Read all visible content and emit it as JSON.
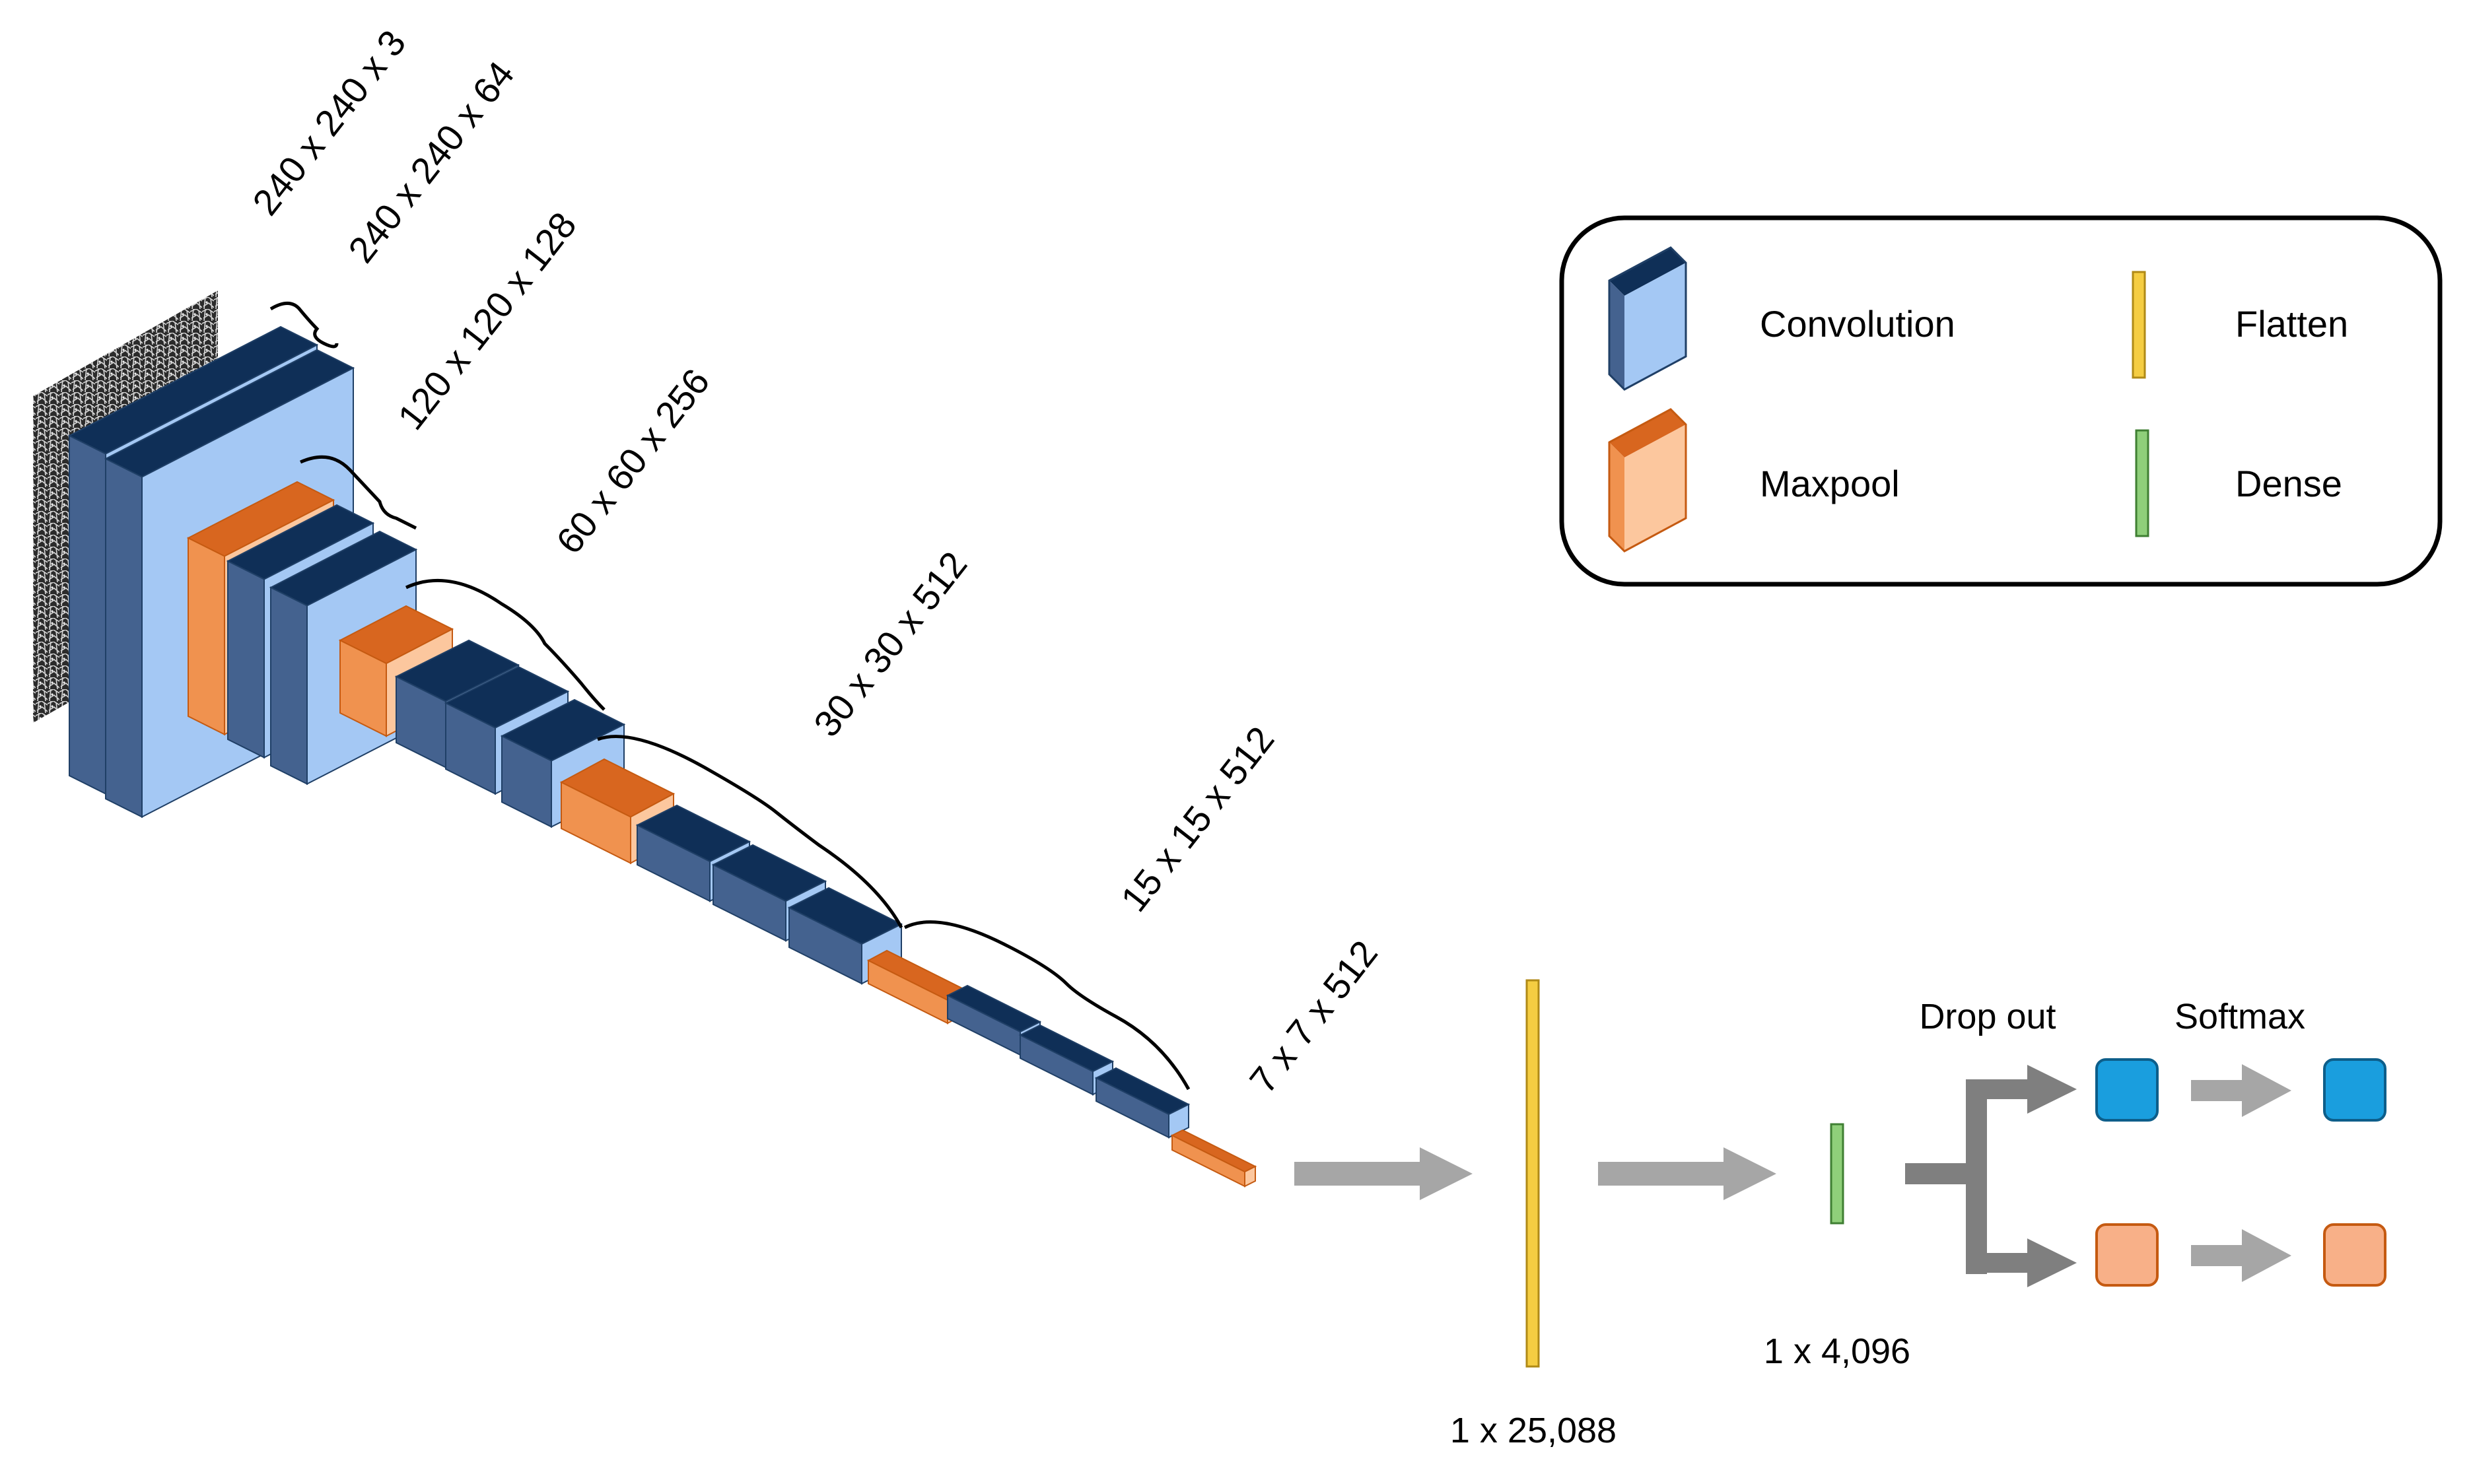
{
  "dimension_labels": [
    "240 x 240 x 3",
    "240 x 240 x 64",
    "120 x 120 x 128",
    "60 x 60 x 256",
    "30 x 30 x 512",
    "15 x 15 x 512",
    "7 x 7 x 512"
  ],
  "legend": {
    "convolution": "Convolution",
    "maxpool": "Maxpool",
    "flatten": "Flatten",
    "dense": "Dense"
  },
  "flatten_label": "1 x 25,088",
  "dense_label": "1 x 4,096",
  "dropout_label": "Drop out",
  "softmax_label": "Softmax",
  "colors": {
    "conv_front": "#a4c8f4",
    "conv_side": "#44628f",
    "conv_top": "#0f2f57",
    "pool_front": "#f0924f",
    "pool_side": "#f0924f",
    "pool_top": "#d8661f",
    "flatten": "#f5cd42",
    "dense": "#8fcf7a",
    "class_a": "#1a9ede",
    "class_b": "#f8b088",
    "arrow": "#a6a6a6",
    "branch": "#7f7f7f"
  }
}
